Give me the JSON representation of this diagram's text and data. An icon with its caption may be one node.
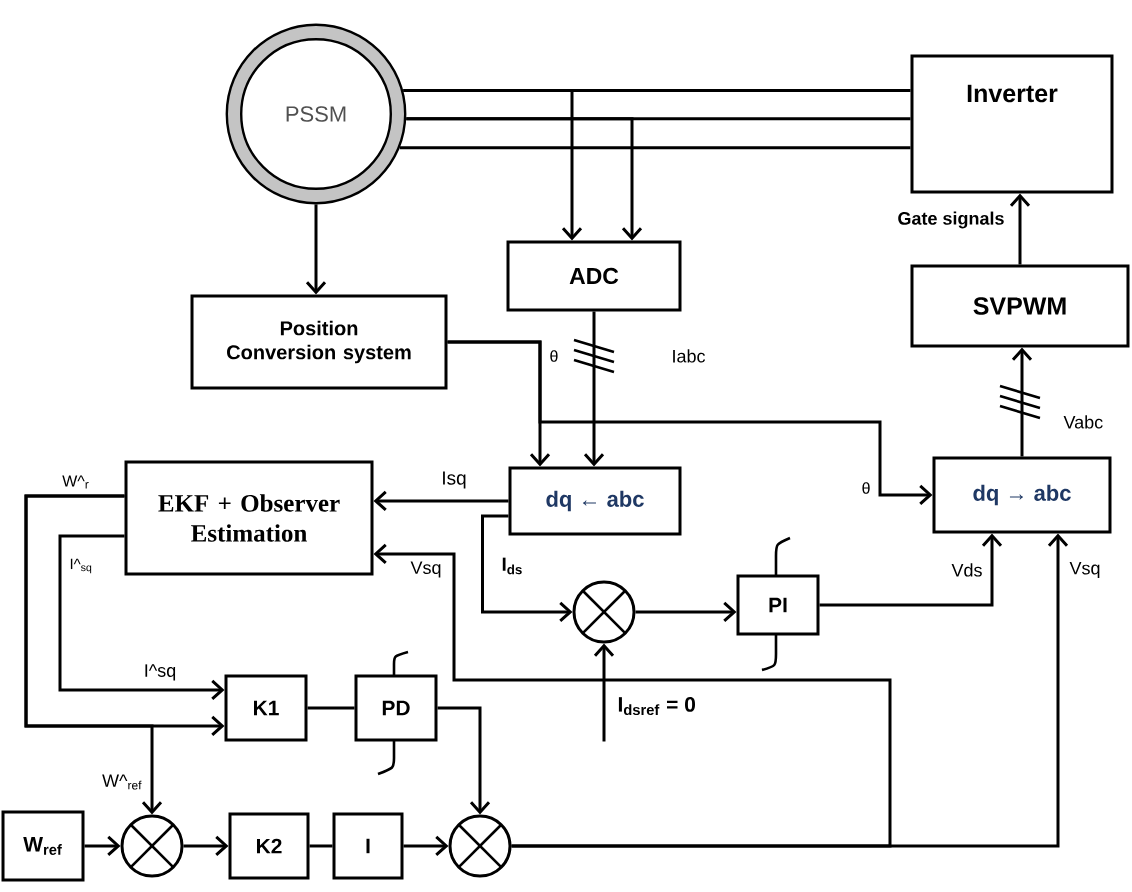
{
  "diagram": {
    "nodes": [
      {
        "text": [
          "PSSM"
        ]
      },
      {
        "text": [
          "Inverter"
        ]
      },
      {
        "text": [
          "ADC"
        ]
      },
      {
        "text": [
          "SVPWM"
        ]
      },
      {
        "text": [
          "Position Conversion system"
        ]
      },
      {
        "text": [
          "EKF + Observer Estimation"
        ]
      },
      {
        "text": [
          "dq ← abc"
        ]
      },
      {
        "text": [
          "dq → abc"
        ]
      },
      {
        "text": [],
        "shape": "circle"
      },
      {
        "text": [
          "PI"
        ]
      },
      {
        "text": [
          "K1"
        ]
      },
      {
        "text": [
          "PD"
        ]
      },
      {
        "text": [
          "W$_{ref}$"
        ]
      },
      {
        "text": [],
        "shape": "circle"
      },
      {
        "text": [
          "K2"
        ]
      },
      {
        "text": [
          "I"
        ]
      },
      {
        "text": [],
        "shape": "circle"
      }
    ],
    "edges": [
      {
        "from": 0,
        "to": 1,
        "arrow": "none"
      },
      {
        "from": 0,
        "to": 1,
        "arrow": "none"
      },
      {
        "from": 0,
        "to": 1,
        "arrow": "none"
      },
      {
        "from": 0,
        "to": 2,
        "arrow": "to"
      },
      {
        "from": 0,
        "to": 2,
        "arrow": "to"
      },
      {
        "from": 0,
        "to": 4,
        "arrow": "to"
      },
      {
        "from": 2,
        "to": 6,
        "arrow": "to",
        "label": "Iabc"
      },
      {
        "from": 4,
        "to": 6,
        "arrow": "to",
        "label": "θ"
      },
      {
        "from": 4,
        "to": 7,
        "arrow": "to",
        "label": "θ"
      },
      {
        "from": 3,
        "to": 1,
        "arrow": "to",
        "label": "Gate signals"
      },
      {
        "from": 7,
        "to": 3,
        "arrow": "to",
        "label": "Vabc"
      },
      {
        "from": 6,
        "to": 5,
        "arrow": "to",
        "label": "Isq"
      },
      {
        "from": 6,
        "to": 8,
        "arrow": "to",
        "label": "I$_{ds}$"
      },
      {
        "from": 8,
        "to": 9,
        "arrow": "to"
      },
      {
        "from": null,
        "to": 8,
        "arrow": "to",
        "label": "I$_{dsref}$ = 0"
      },
      {
        "from": 9,
        "to": 7,
        "arrow": "to",
        "label": "Vds"
      },
      {
        "from": 16,
        "to": 7,
        "arrow": "to",
        "label": "Vsq"
      },
      {
        "from": 16,
        "to": 5,
        "arrow": "to",
        "label": "Vsq"
      },
      {
        "from": 5,
        "to": 10,
        "arrow": "to",
        "label": "W^$_{r}$"
      },
      {
        "from": 5,
        "to": 13,
        "arrow": "to",
        "label": "W^$_{ref}$"
      },
      {
        "from": 5,
        "to": 10,
        "arrow": "to",
        "label": "I^sq"
      },
      {
        "from": 10,
        "to": 11,
        "arrow": "none"
      },
      {
        "from": 11,
        "to": 16,
        "arrow": "to"
      },
      {
        "from": 12,
        "to": 13,
        "arrow": "to"
      },
      {
        "from": 13,
        "to": 14,
        "arrow": "to"
      },
      {
        "from": 14,
        "to": 15,
        "arrow": "none"
      },
      {
        "from": 15,
        "to": 16,
        "arrow": "to"
      }
    ],
    "labels": [
      "I^$_{sq}$"
    ]
  }
}
